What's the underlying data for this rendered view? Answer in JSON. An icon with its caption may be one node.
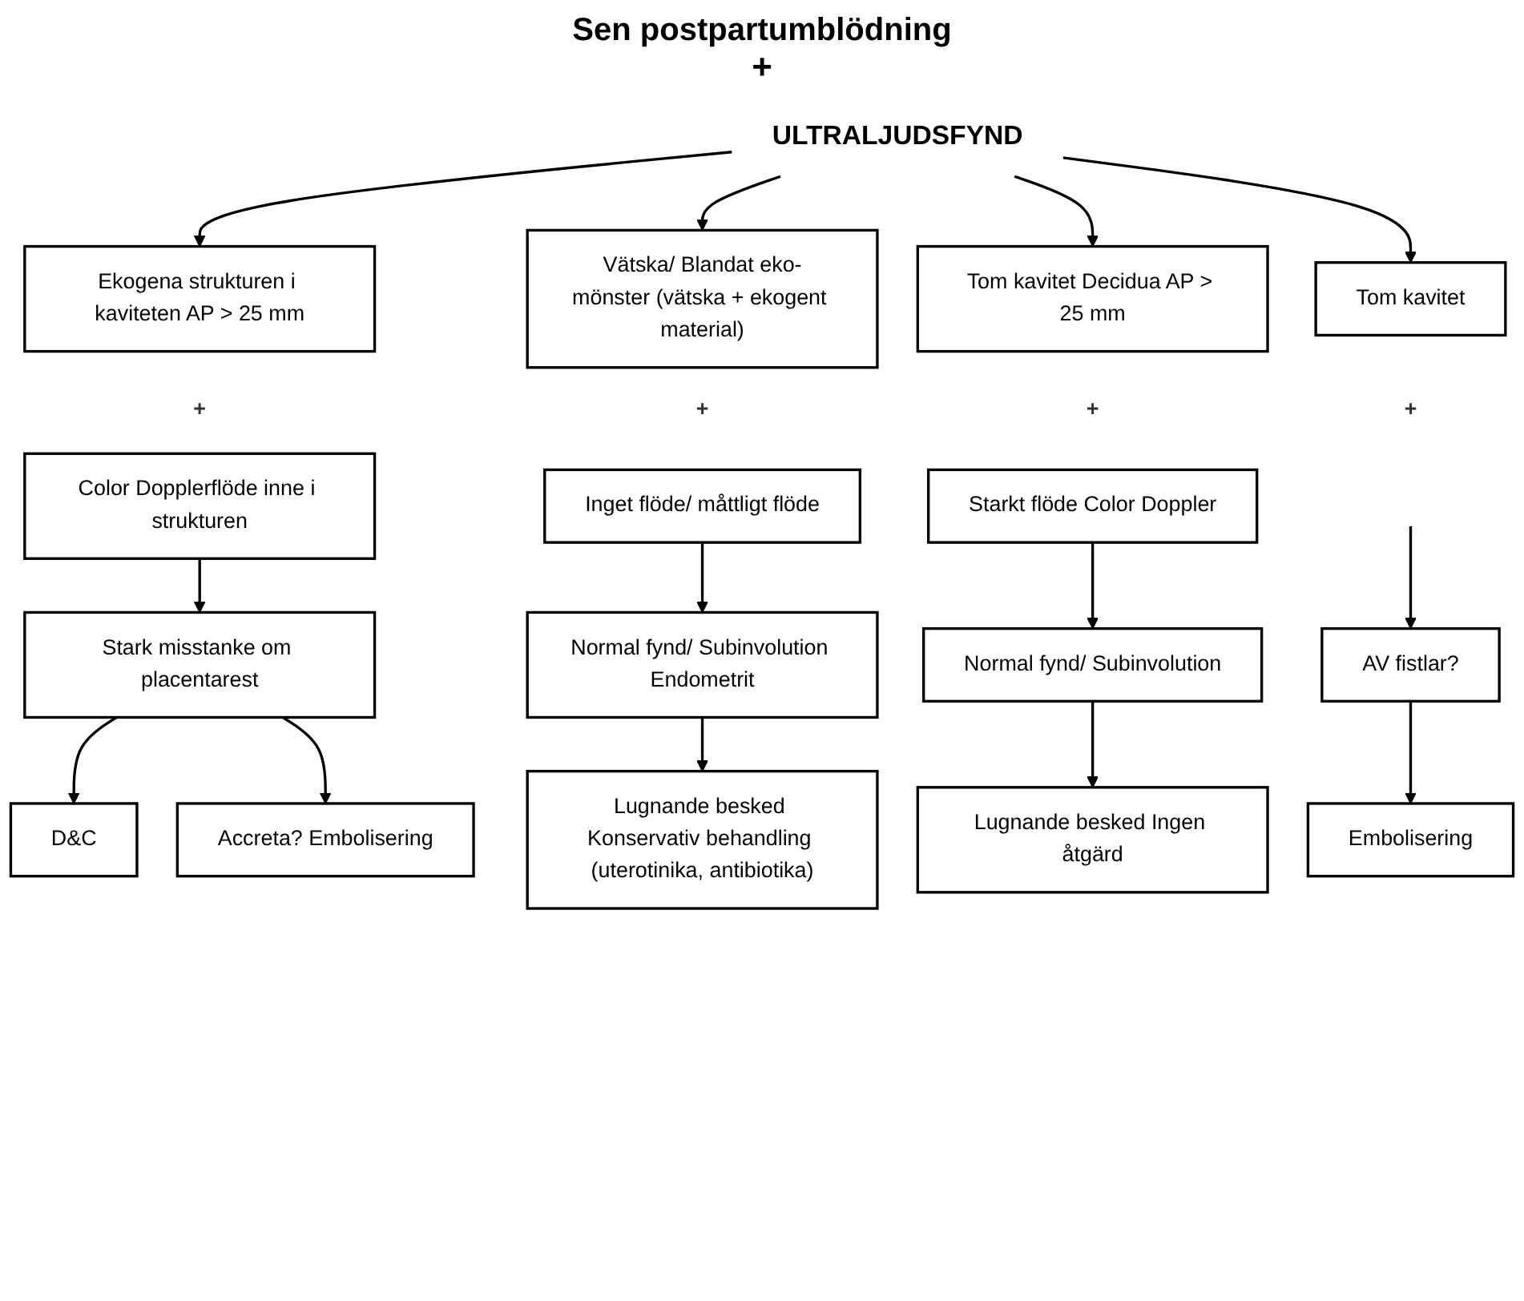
{
  "diagram": {
    "title": "Sen postpartumblödning",
    "nodes": [
      {
        "text": [
          "ULTRALJUDSFYND"
        ]
      },
      {
        "text": [
          "Ekogena strukturen i kaviteten AP > 25 mm"
        ]
      },
      {
        "text": [
          "Vätska/ Blandat eko-mönster (vätska + ekogent material)"
        ]
      },
      {
        "text": [
          "Tom kavitet Decidua AP > 25 mm"
        ]
      },
      {
        "text": [
          "Tom kavitet"
        ]
      },
      {
        "text": [
          "Color Dopplerflöde inne i strukturen"
        ]
      },
      {
        "text": [
          "Inget flöde/ måttligt flöde"
        ]
      },
      {
        "text": [
          "Starkt flöde Color Doppler"
        ]
      },
      {
        "text": [
          "Stark misstanke om placentarest"
        ]
      },
      {
        "text": [
          "Normal fynd/ Subinvolution Endometrit"
        ]
      },
      {
        "text": [
          "Normal fynd/ Subinvolution"
        ]
      },
      {
        "text": [
          "AV fistlar?"
        ]
      },
      {
        "text": [
          "D&C"
        ]
      },
      {
        "text": [
          "Accreta? Embolisering"
        ]
      },
      {
        "text": [
          "Lugnande besked Konservativ behandling (uterotinika, antibiotika)"
        ]
      },
      {
        "text": [
          "Lugnande besked Ingen åtgärd"
        ]
      },
      {
        "text": [
          "Embolisering"
        ]
      }
    ],
    "edges": [
      {
        "from": 0,
        "to": 1,
        "arrow": "to"
      },
      {
        "from": 0,
        "to": 2,
        "arrow": "to"
      },
      {
        "from": 0,
        "to": 3,
        "arrow": "to"
      },
      {
        "from": 0,
        "to": 4,
        "arrow": "to"
      },
      {
        "from": 5,
        "to": 8,
        "arrow": "to"
      },
      {
        "from": 6,
        "to": 9,
        "arrow": "to"
      },
      {
        "from": 7,
        "to": 10,
        "arrow": "to"
      },
      {
        "from": null,
        "to": 11,
        "arrow": "to"
      },
      {
        "from": 8,
        "to": 12,
        "arrow": "to"
      },
      {
        "from": 8,
        "to": 13,
        "arrow": "to"
      },
      {
        "from": 9,
        "to": 14,
        "arrow": "to"
      },
      {
        "from": 10,
        "to": 15,
        "arrow": "to"
      },
      {
        "from": 11,
        "to": 16,
        "arrow": "to"
      }
    ],
    "labels": [
      "+",
      "+",
      "+",
      "+",
      "+"
    ]
  }
}
